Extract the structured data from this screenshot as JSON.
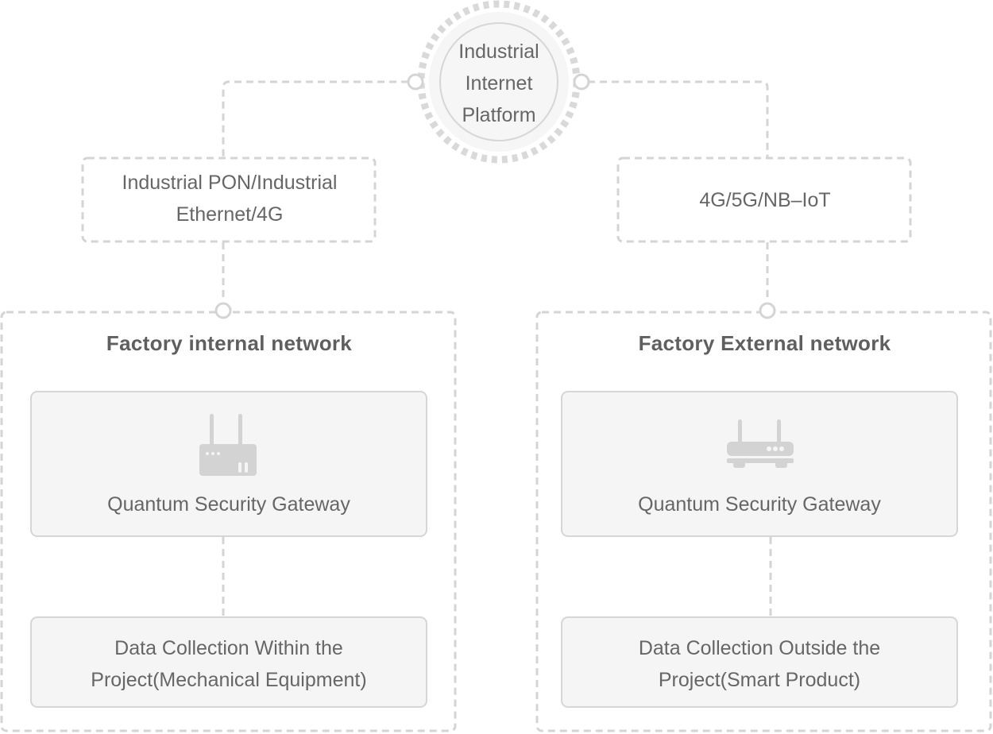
{
  "diagram": {
    "center": {
      "label_lines": [
        "Industrial",
        "Internet",
        "Platform"
      ],
      "icon": "platform-ring"
    },
    "links": {
      "left": {
        "label_lines": [
          "Industrial PON/Industrial",
          "Ethernet/4G"
        ]
      },
      "right": {
        "label_lines": [
          "4G/5G/NB–IoT"
        ]
      }
    },
    "networks": [
      {
        "title": "Factory internal network",
        "gateway": {
          "label": "Quantum Security Gateway",
          "icon": "router-icon-vertical"
        },
        "source": {
          "label_lines": [
            "Data Collection Within the",
            "Project(Mechanical Equipment)"
          ]
        }
      },
      {
        "title": "Factory External network",
        "gateway": {
          "label": "Quantum Security Gateway",
          "icon": "router-icon-horizontal"
        },
        "source": {
          "label_lines": [
            "Data Collection Outside the",
            "Project(Smart Product)"
          ]
        }
      }
    ],
    "colors": {
      "stroke": "#d4d4d4",
      "text": "#666666",
      "card_fill": "#f5f5f5",
      "icon_fill": "#d3d3d3"
    }
  }
}
